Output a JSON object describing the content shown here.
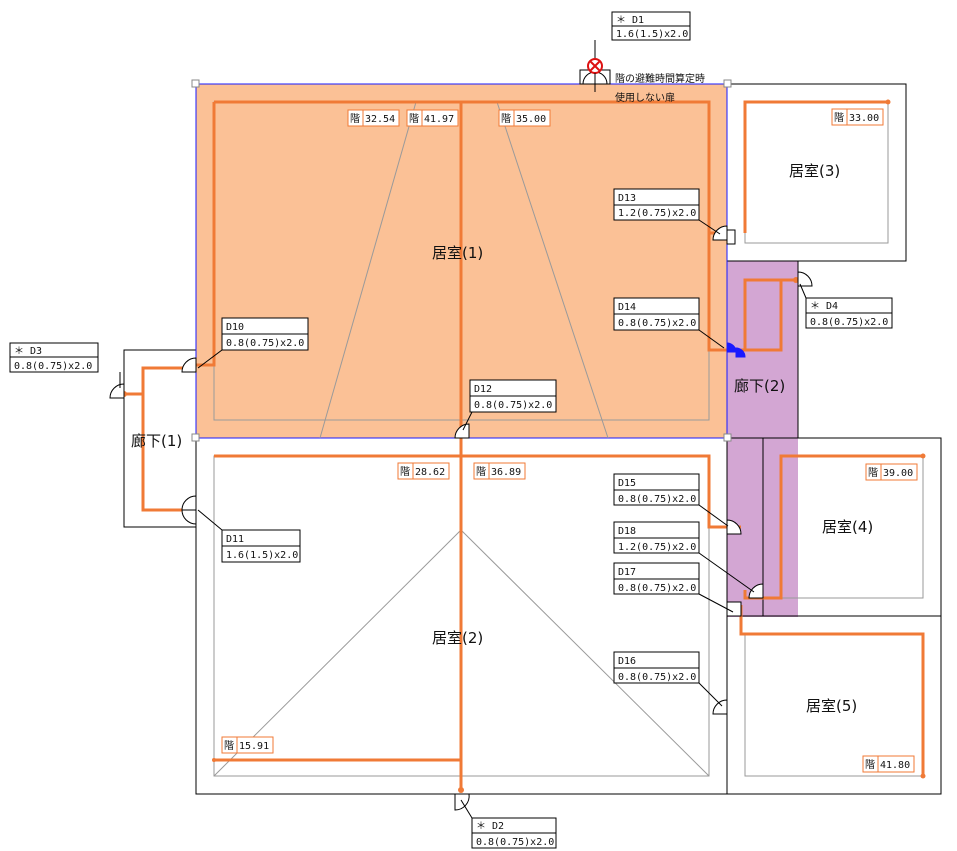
{
  "rooms": {
    "r1": "居室(1)",
    "r2": "居室(2)",
    "r3": "居室(3)",
    "r4": "居室(4)",
    "r5": "居室(5)",
    "c1": "廊下(1)",
    "c2": "廊下(2)"
  },
  "colors": {
    "room1_fill": "#fbc196",
    "corridor2_fill": "#d3a6d3",
    "route": "#f07a36",
    "room1_border": "#1a1aff"
  },
  "doors": {
    "d1": {
      "id": "＊ D1",
      "size": "1.6(1.5)x2.0"
    },
    "d2": {
      "id": "＊ D2",
      "size": "0.8(0.75)x2.0"
    },
    "d3": {
      "id": "＊ D3",
      "size": "0.8(0.75)x2.0"
    },
    "d4": {
      "id": "＊ D4",
      "size": "0.8(0.75)x2.0"
    },
    "d10": {
      "id": "D10",
      "size": "0.8(0.75)x2.0"
    },
    "d11": {
      "id": "D11",
      "size": "1.6(1.5)x2.0"
    },
    "d12": {
      "id": "D12",
      "size": "0.8(0.75)x2.0"
    },
    "d13": {
      "id": "D13",
      "size": "1.2(0.75)x2.0"
    },
    "d14": {
      "id": "D14",
      "size": "0.8(0.75)x2.0"
    },
    "d15": {
      "id": "D15",
      "size": "0.8(0.75)x2.0"
    },
    "d16": {
      "id": "D16",
      "size": "0.8(0.75)x2.0"
    },
    "d17": {
      "id": "D17",
      "size": "0.8(0.75)x2.0"
    },
    "d18": {
      "id": "D18",
      "size": "1.2(0.75)x2.0"
    }
  },
  "d1_note": [
    "階の避難時間算定時",
    "使用しない扉"
  ],
  "times": {
    "prefix": "階",
    "t1": "32.54",
    "t2": "41.97",
    "t3": "35.00",
    "t4": "33.00",
    "t5": "28.62",
    "t6": "36.89",
    "t7": "39.00",
    "t8": "15.91",
    "t9": "41.80"
  }
}
